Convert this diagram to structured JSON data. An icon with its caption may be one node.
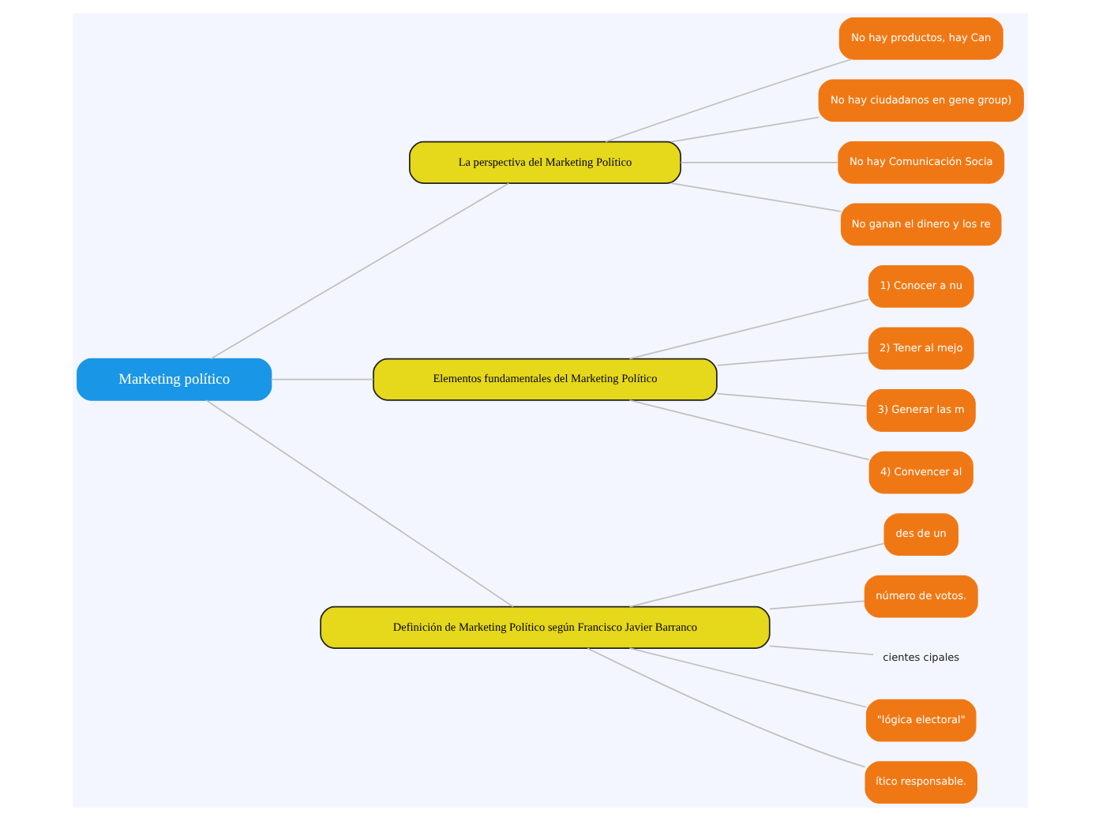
{
  "diagram": {
    "nodes": [
      {
        "text": [
          "Marketing político"
        ]
      },
      {
        "text": [
          "La perspectiva del Marketing Político"
        ]
      },
      {
        "text": [
          "No hay productos, hay Can"
        ]
      },
      {
        "text": [
          "No hay ciudadanos en gene group)"
        ]
      },
      {
        "text": [
          "No hay Comunicación Socia"
        ]
      },
      {
        "text": [
          "No ganan el dinero y los re"
        ]
      },
      {
        "text": [
          "Elementos fundamentales del Marketing Político"
        ]
      },
      {
        "text": [
          "1) Conocer a nu"
        ]
      },
      {
        "text": [
          "2) Tener al mejo"
        ]
      },
      {
        "text": [
          "3) Generar las m"
        ]
      },
      {
        "text": [
          "4) Convencer al"
        ]
      },
      {
        "text": [
          "Definición de Marketing Político según Francisco Javier Barranco"
        ]
      },
      {
        "text": [
          "des de un"
        ]
      },
      {
        "text": [
          "número de votos."
        ]
      },
      {
        "text": [
          "cientes cipales"
        ]
      },
      {
        "text": [
          "\"lógica electoral\""
        ]
      },
      {
        "text": [
          "ítico responsable."
        ]
      }
    ],
    "edges": [
      {
        "from": 0,
        "to": 1,
        "arrow": "none"
      },
      {
        "from": 1,
        "to": 2,
        "arrow": "none"
      },
      {
        "from": 1,
        "to": 3,
        "arrow": "none"
      },
      {
        "from": 1,
        "to": 4,
        "arrow": "none"
      },
      {
        "from": 1,
        "to": 5,
        "arrow": "none"
      },
      {
        "from": 0,
        "to": 6,
        "arrow": "none"
      },
      {
        "from": 6,
        "to": 7,
        "arrow": "none"
      },
      {
        "from": 6,
        "to": 8,
        "arrow": "none"
      },
      {
        "from": 6,
        "to": 9,
        "arrow": "none"
      },
      {
        "from": 6,
        "to": 10,
        "arrow": "none"
      },
      {
        "from": 0,
        "to": 11,
        "arrow": "none"
      },
      {
        "from": 11,
        "to": 12,
        "arrow": "none"
      },
      {
        "from": 11,
        "to": 13,
        "arrow": "none"
      },
      {
        "from": 11,
        "to": 14,
        "arrow": "none"
      },
      {
        "from": 11,
        "to": 15,
        "arrow": "none"
      },
      {
        "from": 11,
        "to": 16,
        "arrow": "none"
      }
    ]
  }
}
